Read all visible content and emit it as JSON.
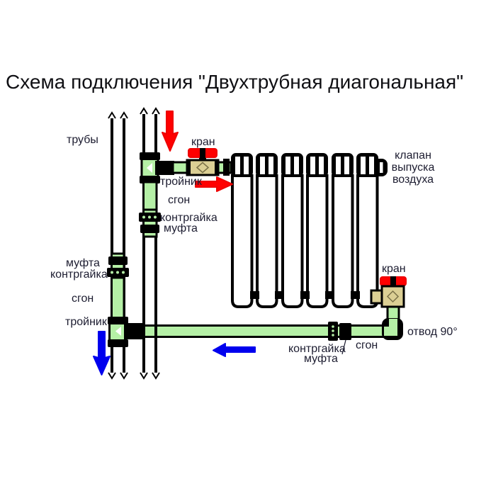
{
  "title": "Схема подключения \"Двухтрубная диагональная\"",
  "colors": {
    "pipe_green": "#b5f0a6",
    "valve_body_tan": "#dbcf94",
    "supply_arrow_red": "#ff0000",
    "return_arrow_blue": "#0000ee",
    "label_text": "#1c1c30",
    "outline": "#000000"
  },
  "labels": {
    "risers": "трубы",
    "valve_top": "кран",
    "tee_top": "тройник",
    "nipple_top": "сгон",
    "locknut_top": "контргайка",
    "coupling_top": "муфта",
    "air_valve_line1": "клапан",
    "air_valve_line2": "выпуска",
    "air_valve_line3": "воздуха",
    "coupling_left": "муфта",
    "locknut_left": "контргайка",
    "nipple_left": "сгон",
    "tee_left": "тройник",
    "valve_bottom": "кран",
    "elbow_bottom": "отвод 90°",
    "nipple_bottom": "сгон",
    "locknut_bottom": "контргайка",
    "coupling_bottom": "муфта"
  }
}
